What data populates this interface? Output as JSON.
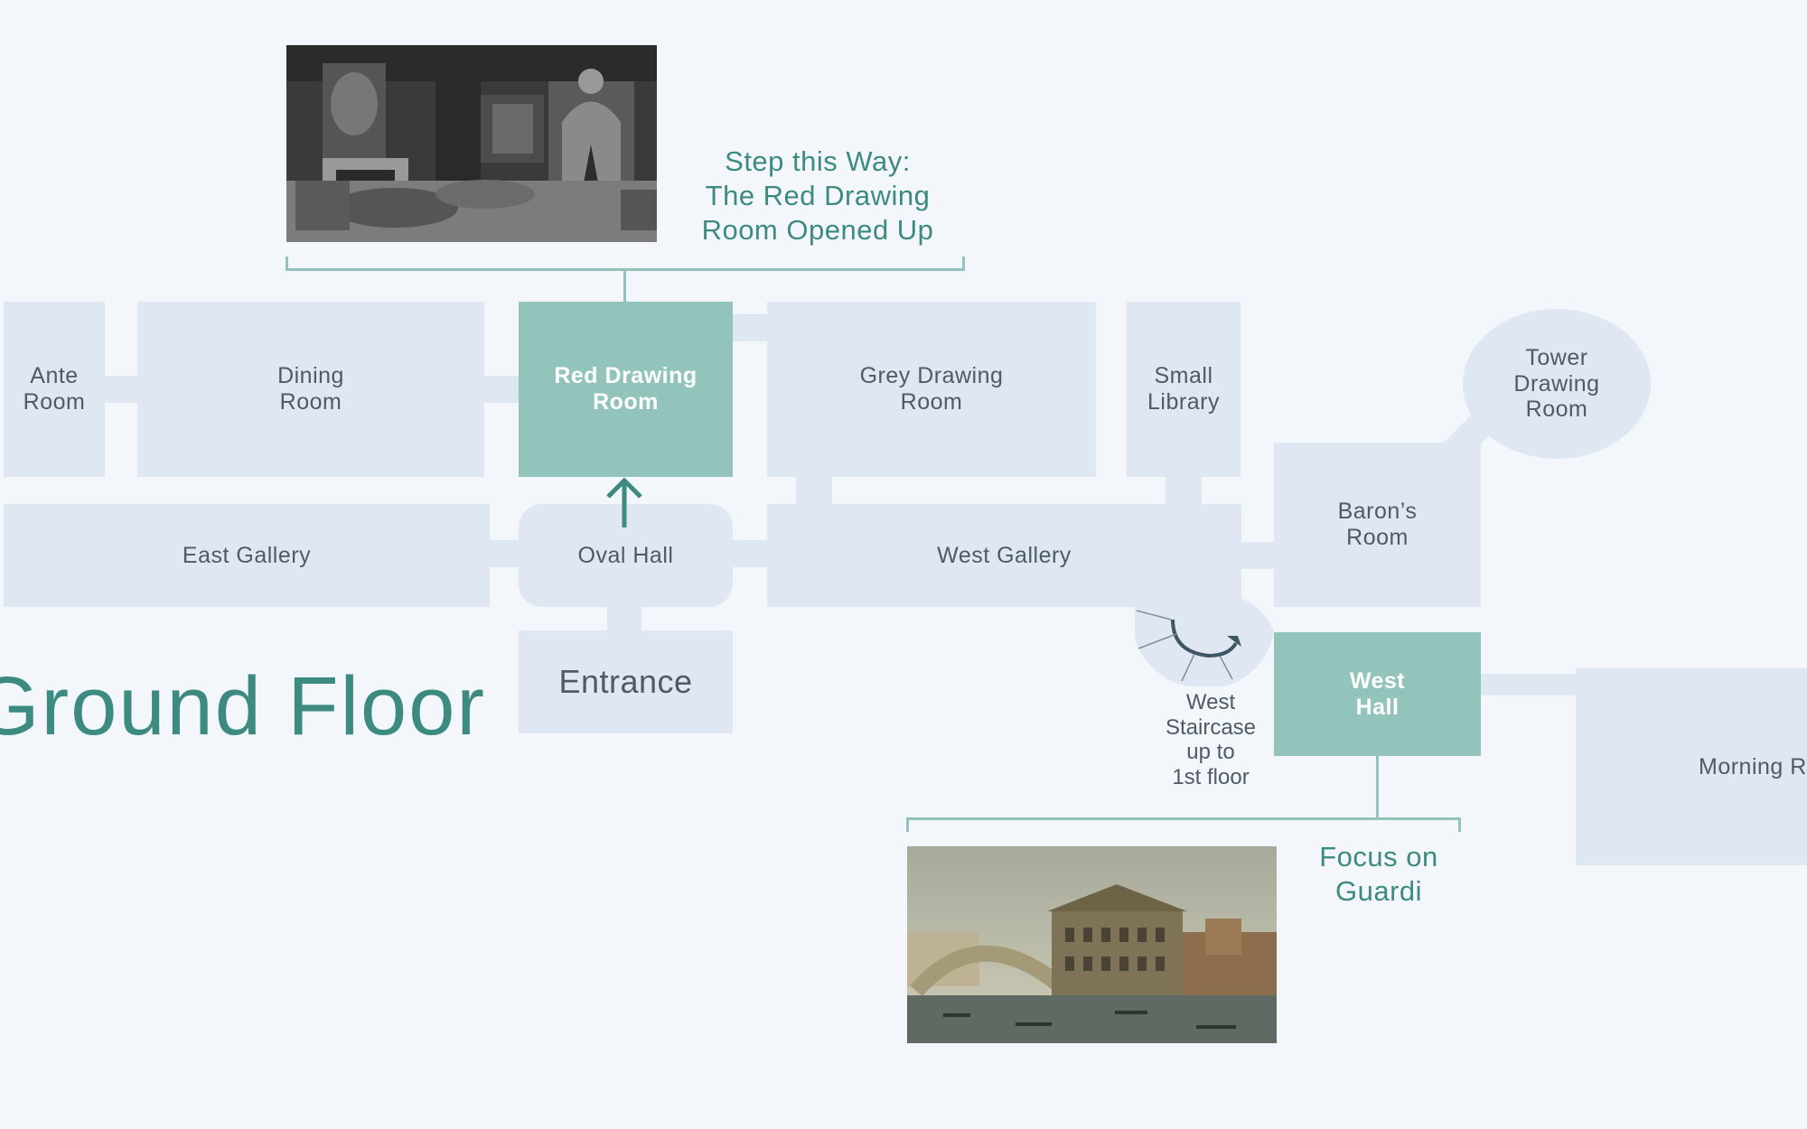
{
  "floor_title": "Ground Floor",
  "rooms": {
    "ante": "Ante\nRoom",
    "dining": "Dining\nRoom",
    "red_drawing": "Red Drawing\nRoom",
    "grey_drawing": "Grey Drawing\nRoom",
    "small_library": "Small\nLibrary",
    "tower_drawing": "Tower\nDrawing\nRoom",
    "east_gallery": "East Gallery",
    "oval_hall": "Oval Hall",
    "west_gallery": "West Gallery",
    "barons": "Baron’s\nRoom",
    "entrance": "Entrance",
    "west_hall": "West\nHall",
    "morning": "Morning R"
  },
  "staircase_label": "West\nStaircase\nup to\n1st floor",
  "captions": {
    "red_drawing": "Step this Way:\nThe Red Drawing\nRoom Opened Up",
    "guardi": "Focus on\nGuardi"
  },
  "colors": {
    "background": "#f3f7fb",
    "room": "#dfe8f2",
    "highlight": "#93c4bc",
    "accent": "#3d8b80"
  }
}
